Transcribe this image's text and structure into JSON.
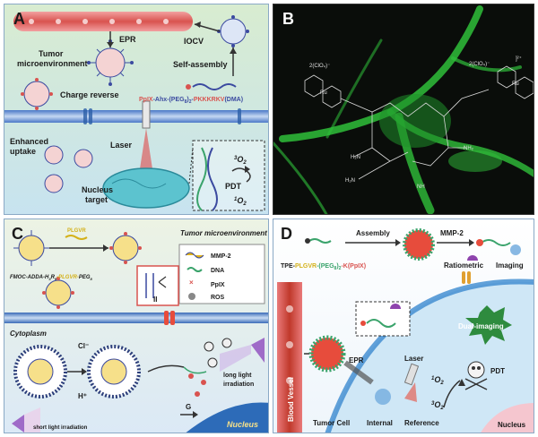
{
  "panels": {
    "A": {
      "label": "A",
      "epr": "EPR",
      "iocv": "IOCV",
      "tumor_micro_1": "Tumor",
      "tumor_micro_2": "microenvironment",
      "self_assembly": "Self-assembly",
      "formula_p1": "PpIX",
      "formula_p2": "-Ahx-(PEG",
      "formula_sub": "8",
      "formula_p3": ")",
      "formula_sub2": "2",
      "formula_p4": "-",
      "formula_p5": "PKKKRKV",
      "formula_p6": "(DMA)",
      "charge_reverse": "Charge reverse",
      "enhanced_1": "Enhanced",
      "enhanced_2": "uptake",
      "laser": "Laser",
      "nucleus_1": "Nucleus",
      "nucleus_2": "target",
      "pdt": "PDT",
      "o2_a": "O",
      "o2_b": "O",
      "o2_sup": "3",
      "o2_sup2": "1",
      "o2_sub": "2"
    },
    "B": {
      "label": "B",
      "chem_1": "2(ClO₄)⁻",
      "chem_2": "2(ClO₄)⁻",
      "chem_3": "]²⁺",
      "chem_4": "Ru",
      "chem_5": "Ru",
      "chem_6": "H₂N",
      "chem_7": "NH₂",
      "chem_8": "H₂N",
      "chem_9": "NH"
    },
    "C": {
      "label": "C",
      "tumor_micro": "Tumor microenvironment",
      "peptide_lbl": "PLGVR",
      "formula_p1": "FMOC-ADDA-H",
      "formula_p2": "R",
      "formula_p3": "-PLGVR-",
      "formula_p4": "PEG",
      "formula_sub1": "3",
      "formula_sub2": "9",
      "formula_sub3": "8",
      "legend_mmp2": "MMP-2",
      "legend_dna": "DNA",
      "legend_ppix": "PpIX",
      "legend_ros": "ROS",
      "cytoplasm": "Cytoplasm",
      "cl": "Cl⁻",
      "h": "H⁺",
      "long_1": "long light",
      "long_2": "irradiation",
      "short": "short light irradiation",
      "g": "G",
      "nucleus": "Nucleus",
      "equals": "II"
    },
    "D": {
      "label": "D",
      "assembly": "Assembly",
      "mmp2": "MMP-2",
      "formula_p1": "TPE-",
      "formula_p2": "PLGVR",
      "formula_p3": "-(PEG",
      "formula_sub1": "8",
      "formula_p4": ")",
      "formula_sub2": "2",
      "formula_p5": "-K(PpIX)",
      "ratiometric": "Ratiometric",
      "imaging": "Imaging",
      "epr": "EPR",
      "dual": "Dual-imaging",
      "laser": "Laser",
      "o2_1": "O",
      "o2_2": "O",
      "o2_sup1": "1",
      "o2_sup2": "3",
      "o2_sub": "2",
      "pdt": "PDT",
      "blood_vessel": "Blood Vessel",
      "tumor_cell": "Tumor Cell",
      "internal": "Internal",
      "reference": "Reference",
      "nucleus": "Nucleus"
    }
  }
}
